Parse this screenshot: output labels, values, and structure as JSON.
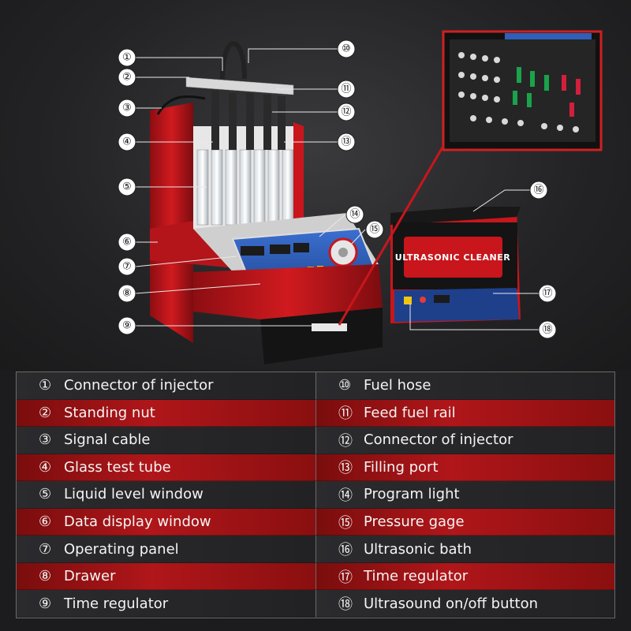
{
  "callouts": [
    {
      "num": "①",
      "label": "Connector of injector"
    },
    {
      "num": "②",
      "label": "Standing nut"
    },
    {
      "num": "③",
      "label": "Signal cable"
    },
    {
      "num": "④",
      "label": "Glass test tube"
    },
    {
      "num": "⑤",
      "label": "Liquid level window"
    },
    {
      "num": "⑥",
      "label": "Data display window"
    },
    {
      "num": "⑦",
      "label": "Operating panel"
    },
    {
      "num": "⑧",
      "label": "Drawer"
    },
    {
      "num": "⑨",
      "label": "Time regulator"
    },
    {
      "num": "⑩",
      "label": "Fuel hose"
    },
    {
      "num": "⑪",
      "label": "Feed fuel rail"
    },
    {
      "num": "⑫",
      "label": "Connector of injector"
    },
    {
      "num": "⑬",
      "label": "Filling port"
    },
    {
      "num": "⑭",
      "label": "Program light"
    },
    {
      "num": "⑮",
      "label": "Pressure gage"
    },
    {
      "num": "⑯",
      "label": "Ultrasonic bath"
    },
    {
      "num": "⑰",
      "label": "Time regulator"
    },
    {
      "num": "⑱",
      "label": "Ultrasound on/off button"
    }
  ],
  "ultrasonic_label": "ULTRASONIC CLEANER",
  "colors": {
    "accent_red": "#c8161c",
    "dark_row": "#262628",
    "panel_blue": "#2f5fb8"
  }
}
